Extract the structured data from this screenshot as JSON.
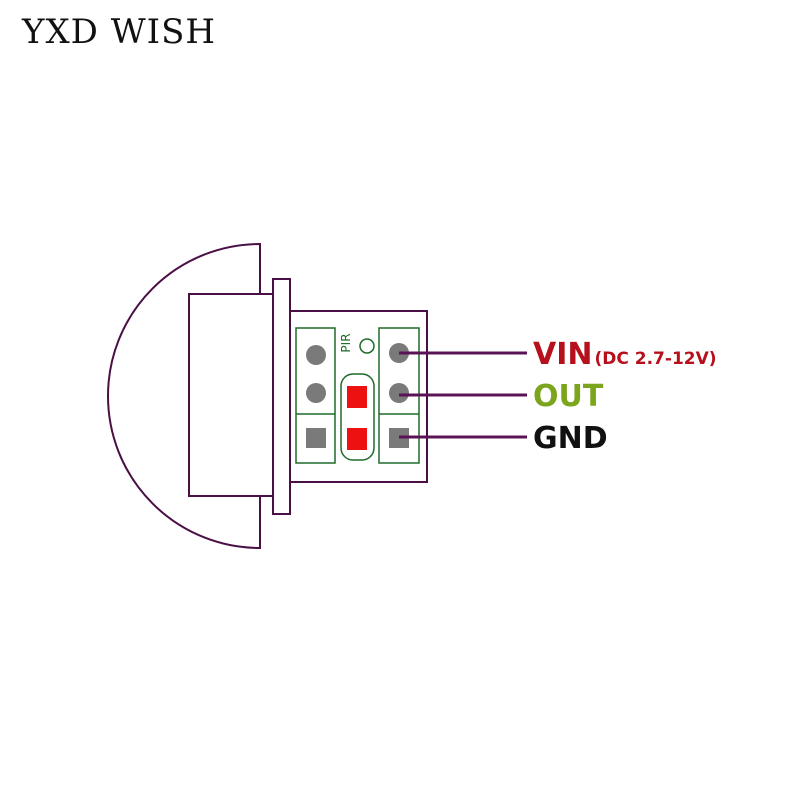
{
  "watermark": "YXD WISH",
  "pcb": {
    "marking": "PIR"
  },
  "pins": [
    {
      "name": "VIN",
      "note": "(DC 2.7-12V)",
      "color": "#b5101c"
    },
    {
      "name": "OUT",
      "note": "",
      "color": "#7aa51c"
    },
    {
      "name": "GND",
      "note": "",
      "color": "#111111"
    }
  ],
  "colors": {
    "outline": "#4a1045",
    "pcb_line": "#1f6b2a",
    "pad_fill": "#7a7a7a",
    "chip_fill": "#ee1111",
    "wire": "#5a1456"
  }
}
